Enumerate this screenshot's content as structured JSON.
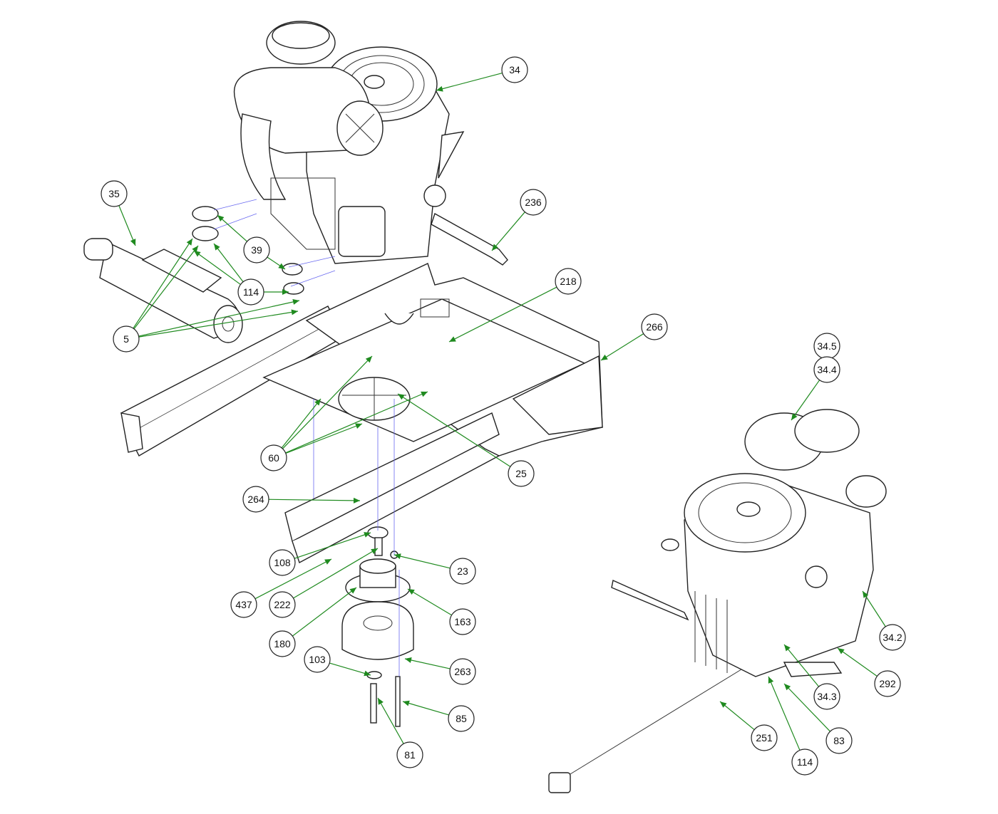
{
  "diagram": {
    "title": "Engine, clutch and frame assembly exploded view",
    "callouts": [
      {
        "label": "34"
      },
      {
        "label": "35"
      },
      {
        "label": "236"
      },
      {
        "label": "39"
      },
      {
        "label": "114"
      },
      {
        "label": "5"
      },
      {
        "label": "218"
      },
      {
        "label": "266"
      },
      {
        "label": "34.5"
      },
      {
        "label": "34.4"
      },
      {
        "label": "60"
      },
      {
        "label": "25"
      },
      {
        "label": "264"
      },
      {
        "label": "108"
      },
      {
        "label": "23"
      },
      {
        "label": "437"
      },
      {
        "label": "222"
      },
      {
        "label": "163"
      },
      {
        "label": "180"
      },
      {
        "label": "103"
      },
      {
        "label": "263"
      },
      {
        "label": "85"
      },
      {
        "label": "81"
      },
      {
        "label": "251"
      },
      {
        "label": "114"
      },
      {
        "label": "83"
      },
      {
        "label": "34.3"
      },
      {
        "label": "292"
      },
      {
        "label": "34.2"
      }
    ],
    "colors": {
      "leader": "#1f8a1f",
      "guide": "#6a6af0",
      "line": "#222222"
    }
  }
}
